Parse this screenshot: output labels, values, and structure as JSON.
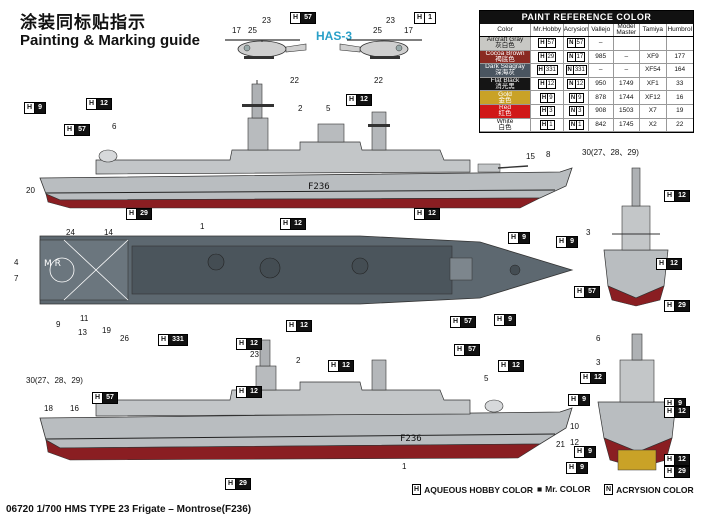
{
  "header": {
    "title_cn": "涂装同标贴指示",
    "title_en": "Painting & Marking guide",
    "helicopter_label": "HAS-3"
  },
  "footer": {
    "model_text": "06720 1/700 HMS TYPE 23 Frigate – Montrose(F236)"
  },
  "legend": {
    "hobby_code": "H",
    "hobby_label": "AQUEOUS HOBBY COLOR",
    "mr_code": "■",
    "mr_label": "Mr. COLOR",
    "acrysion_code": "N",
    "acrysion_label": "ACRYSION COLOR"
  },
  "paint_table": {
    "title": "PAINT  REFERENCE COLOR",
    "columns": [
      "Color",
      "Mr.Hobby",
      "Acrysion",
      "Vallejo",
      "Model Master",
      "Tamiya",
      "Humbrol"
    ],
    "rows": [
      {
        "name": "Aircraft Gray",
        "name_cn": "灰白色",
        "swatch": "#c8c8c4",
        "text_color": "#111111",
        "hobby": [
          "H",
          "57"
        ],
        "acrysion": [
          "N",
          "57"
        ],
        "vallejo": "–",
        "model_master": "",
        "tamiya": "",
        "humbrol": ""
      },
      {
        "name": "Cocoa Brown",
        "name_cn": "褐底色",
        "swatch": "#8a2a22",
        "text_color": "#ffffff",
        "hobby": [
          "H",
          "29"
        ],
        "acrysion": [
          "N",
          "17"
        ],
        "vallejo": "985",
        "model_master": "–",
        "tamiya": "XF9",
        "humbrol": "177"
      },
      {
        "name": "Dark Seagray",
        "name_cn": "深海灰",
        "swatch": "#4a5560",
        "text_color": "#ffffff",
        "hobby": [
          "H",
          "331"
        ],
        "acrysion": [
          "N",
          "331"
        ],
        "vallejo": "–",
        "model_master": "–",
        "tamiya": "XF54",
        "humbrol": "164"
      },
      {
        "name": "Flat Black",
        "name_cn": "消光黑",
        "swatch": "#151515",
        "text_color": "#ffffff",
        "hobby": [
          "H",
          "12"
        ],
        "acrysion": [
          "N",
          "12"
        ],
        "vallejo": "950",
        "model_master": "1749",
        "tamiya": "XF1",
        "humbrol": "33"
      },
      {
        "name": "Gold",
        "name_cn": "金色",
        "swatch": "#c9a227",
        "text_color": "#ffffff",
        "hobby": [
          "H",
          "9"
        ],
        "acrysion": [
          "N",
          "9"
        ],
        "vallejo": "878",
        "model_master": "1744",
        "tamiya": "XF12",
        "humbrol": "16"
      },
      {
        "name": "Red",
        "name_cn": "红色",
        "swatch": "#d01818",
        "text_color": "#ffffff",
        "hobby": [
          "H",
          "3"
        ],
        "acrysion": [
          "N",
          "3"
        ],
        "vallejo": "908",
        "model_master": "1503",
        "tamiya": "X7",
        "humbrol": "19"
      },
      {
        "name": "White",
        "name_cn": "白色",
        "swatch": "#ffffff",
        "text_color": "#111111",
        "hobby": [
          "H",
          "1"
        ],
        "acrysion": [
          "N",
          "1"
        ],
        "vallejo": "842",
        "model_master": "1745",
        "tamiya": "X2",
        "humbrol": "22"
      }
    ]
  },
  "color_tags": [
    {
      "id": "t1",
      "code": "H",
      "num": "57",
      "fill": "#111111"
    },
    {
      "id": "t2",
      "code": "H",
      "num": "1",
      "fill": "#ffffff"
    },
    {
      "id": "t3",
      "code": "H",
      "num": "9",
      "fill": "#111111"
    },
    {
      "id": "t4",
      "code": "H",
      "num": "12",
      "fill": "#111111"
    },
    {
      "id": "t5",
      "code": "H",
      "num": "57",
      "fill": "#111111"
    },
    {
      "id": "t6",
      "code": "H",
      "num": "12",
      "fill": "#111111"
    },
    {
      "id": "t7",
      "code": "H",
      "num": "29",
      "fill": "#111111"
    },
    {
      "id": "t8",
      "code": "H",
      "num": "12",
      "fill": "#111111"
    },
    {
      "id": "t9",
      "code": "H",
      "num": "12",
      "fill": "#111111"
    },
    {
      "id": "t10",
      "code": "H",
      "num": "12",
      "fill": "#111111"
    },
    {
      "id": "t11",
      "code": "H",
      "num": "9",
      "fill": "#111111"
    },
    {
      "id": "t12",
      "code": "H",
      "num": "9",
      "fill": "#111111"
    },
    {
      "id": "t13",
      "code": "H",
      "num": "12",
      "fill": "#111111"
    },
    {
      "id": "t14",
      "code": "H",
      "num": "331",
      "fill": "#111111"
    },
    {
      "id": "t15",
      "code": "H",
      "num": "12",
      "fill": "#111111"
    },
    {
      "id": "t16",
      "code": "H",
      "num": "57",
      "fill": "#111111"
    },
    {
      "id": "t17",
      "code": "H",
      "num": "9",
      "fill": "#111111"
    },
    {
      "id": "t18",
      "code": "H",
      "num": "57",
      "fill": "#111111"
    },
    {
      "id": "t19",
      "code": "H",
      "num": "29",
      "fill": "#111111"
    },
    {
      "id": "t20",
      "code": "H",
      "num": "12",
      "fill": "#111111"
    },
    {
      "id": "t21",
      "code": "H",
      "num": "12",
      "fill": "#111111"
    },
    {
      "id": "t22",
      "code": "H",
      "num": "12",
      "fill": "#111111"
    },
    {
      "id": "t23",
      "code": "H",
      "num": "12",
      "fill": "#111111"
    },
    {
      "id": "t24",
      "code": "H",
      "num": "12",
      "fill": "#111111"
    },
    {
      "id": "t25",
      "code": "H",
      "num": "57",
      "fill": "#111111"
    },
    {
      "id": "t26",
      "code": "H",
      "num": "29",
      "fill": "#111111"
    },
    {
      "id": "t27",
      "code": "H",
      "num": "9",
      "fill": "#111111"
    },
    {
      "id": "t28",
      "code": "H",
      "num": "9",
      "fill": "#111111"
    },
    {
      "id": "t29",
      "code": "H",
      "num": "12",
      "fill": "#111111"
    },
    {
      "id": "t30",
      "code": "H",
      "num": "12",
      "fill": "#111111"
    },
    {
      "id": "t31",
      "code": "H",
      "num": "9",
      "fill": "#111111"
    },
    {
      "id": "t32",
      "code": "H",
      "num": "29",
      "fill": "#111111"
    },
    {
      "id": "t33",
      "code": "H",
      "num": "9",
      "fill": "#111111"
    },
    {
      "id": "t34",
      "code": "H",
      "num": "57",
      "fill": "#111111"
    }
  ],
  "callouts": [
    "17",
    "25",
    "23",
    "22",
    "23",
    "25",
    "17",
    "22",
    "2",
    "5",
    "6",
    "1",
    "20",
    "15",
    "8",
    "30(27、28、29)",
    "24",
    "14",
    "4",
    "7",
    "13",
    "19",
    "26",
    "9",
    "11",
    "3",
    "30(27、28、29)",
    "18",
    "16",
    "23",
    "2",
    "5",
    "6",
    "21",
    "10",
    "12",
    "1",
    "3"
  ],
  "hull": {
    "pennant": "F236",
    "pennant_lower": "F236",
    "deck_letters": "M R"
  }
}
